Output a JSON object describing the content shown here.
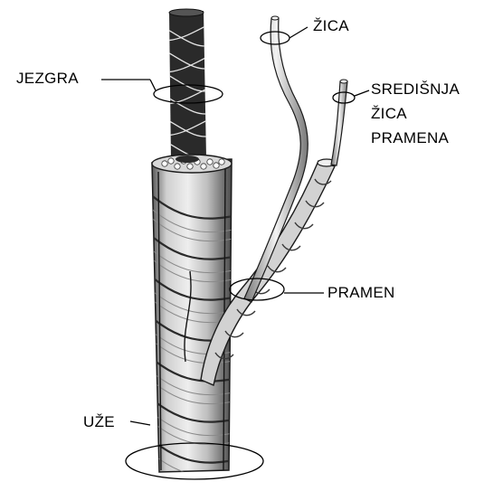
{
  "labels": {
    "core": "JEZGRA",
    "wire": "ŽICA",
    "center_wire": [
      "SREDIŠNJA",
      "ŽICA",
      "PRAMENA"
    ],
    "strand": "PRAMEN",
    "rope": "UŽE"
  },
  "colors": {
    "ink": "#000000",
    "paper": "#ffffff",
    "steel_light": "#d9d9d9",
    "steel_mid": "#9a9a9a",
    "steel_dark": "#3a3a3a",
    "core_dark": "#1e1e1e"
  }
}
